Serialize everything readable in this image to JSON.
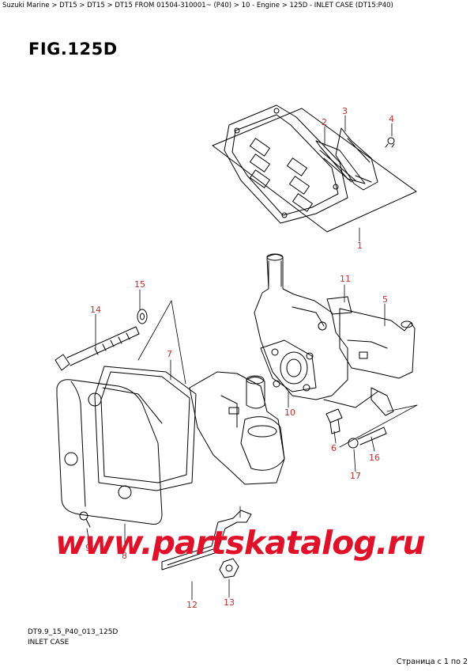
{
  "breadcrumb": {
    "text": "Suzuki Marine > DT15 > DT15 > DT15 FROM 01504-310001~ (P40) > 10 - Engine > 125D - INLET CASE (DT15:P40)"
  },
  "figure": {
    "title": "FIG.125D",
    "code": "DT9.9_15_P40_013_125D",
    "caption": "INLET CASE"
  },
  "callouts": {
    "c1": "1",
    "c2": "2",
    "c3": "3",
    "c4": "4",
    "c5": "5",
    "c6": "6",
    "c7": "7",
    "c8": "8",
    "c9": "9",
    "c10": "10",
    "c11": "11",
    "c12": "12",
    "c13": "13",
    "c14": "14",
    "c15": "15",
    "c16": "16",
    "c17": "17"
  },
  "watermark": "www.partskatalog.ru",
  "pagination": "Страница с 1 по 2",
  "colors": {
    "callout": "#c0302a",
    "watermark": "#e0122a"
  }
}
